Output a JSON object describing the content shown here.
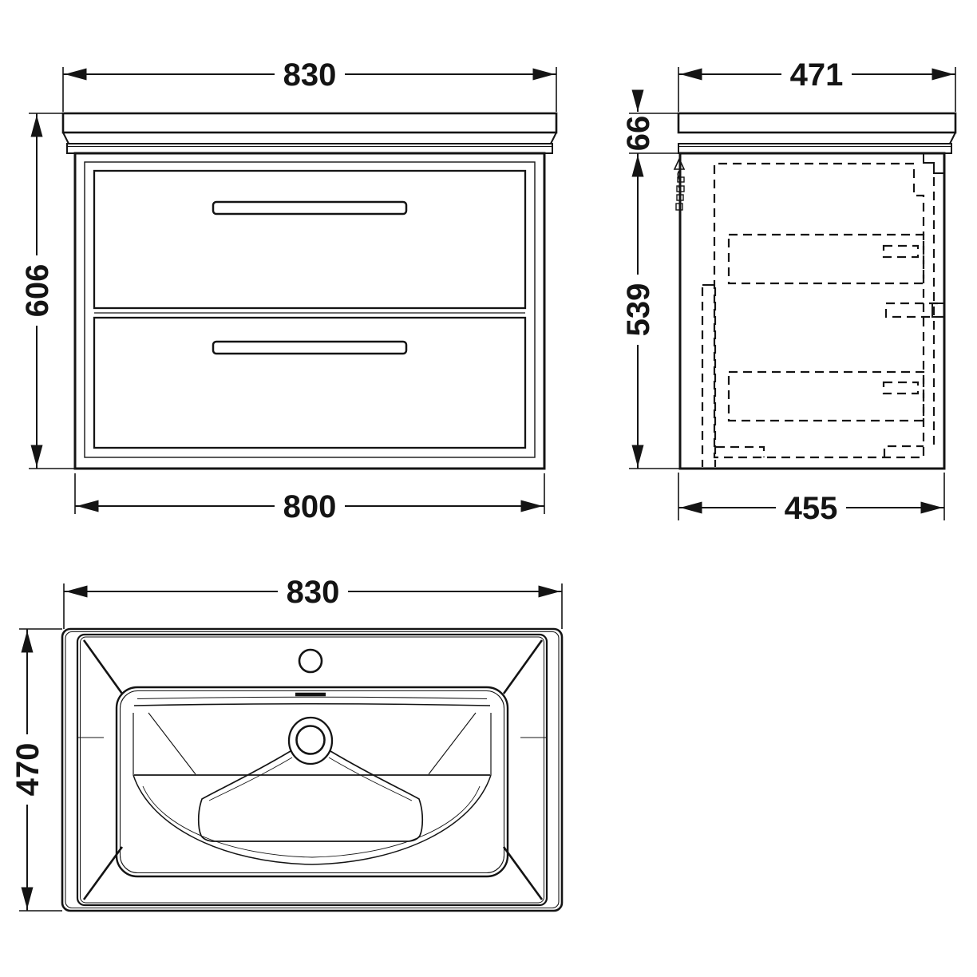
{
  "drawing": {
    "background": "#ffffff",
    "line_color": "#141414",
    "views": {
      "front": {
        "name": "front-elevation",
        "dims": {
          "width_top": "830",
          "height": "606",
          "width_bottom": "800"
        }
      },
      "side": {
        "name": "side-elevation",
        "dims": {
          "depth_top": "471",
          "basin_height": "66",
          "cabinet_height": "539",
          "depth_bottom": "455"
        }
      },
      "plan": {
        "name": "basin-plan",
        "dims": {
          "width": "830",
          "depth": "470"
        }
      }
    }
  }
}
